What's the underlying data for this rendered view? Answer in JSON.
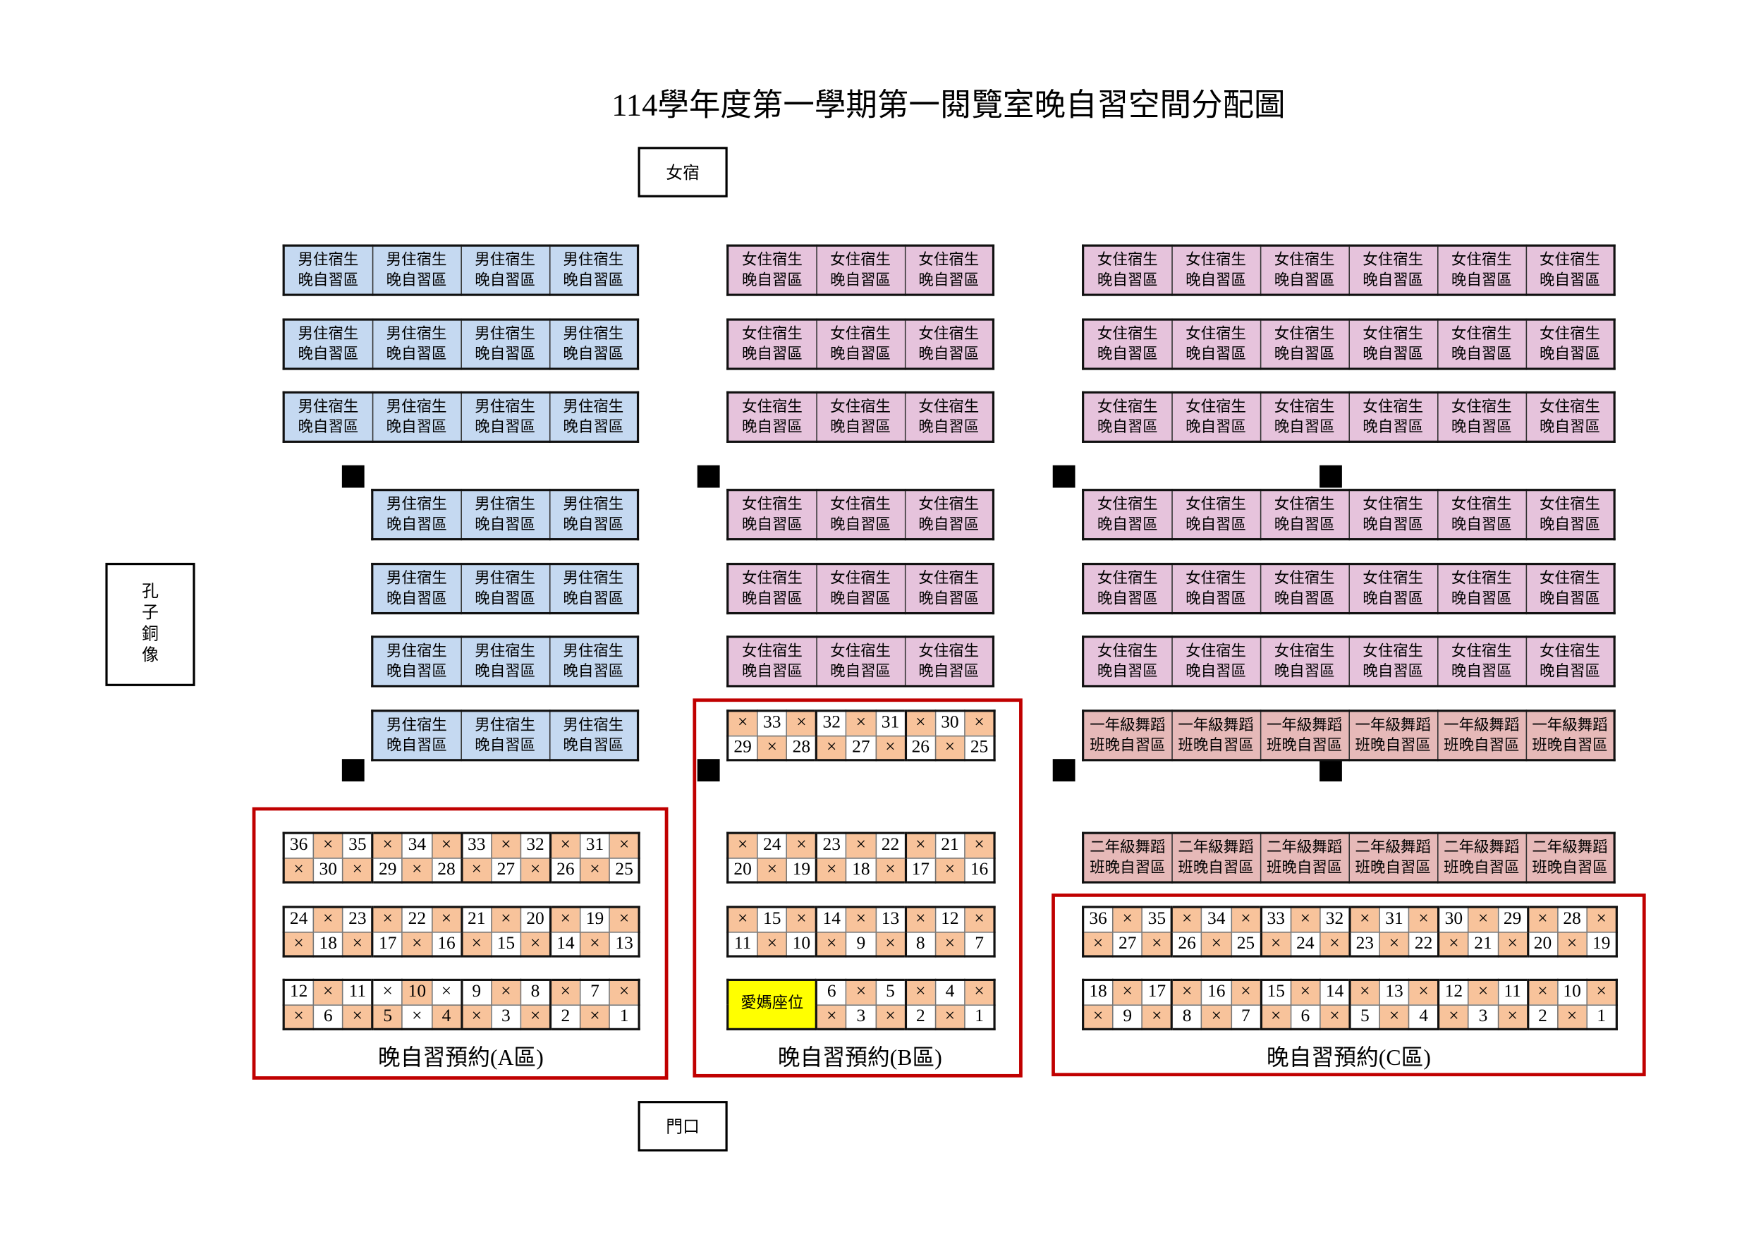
{
  "title": "114學年度第一學期第一閱覽室晚自習空間分配圖",
  "landmarks": {
    "dorm": "女宿",
    "door": "門口",
    "statue": "孔子銅像"
  },
  "labels": {
    "boys": {
      "line1": "男住宿生",
      "line2": "晚自習區"
    },
    "girls": {
      "line1": "女住宿生",
      "line2": "晚自習區"
    },
    "dance1": {
      "line1": "一年級舞蹈",
      "line2": "班晚自習區"
    },
    "dance2": {
      "line1": "二年級舞蹈",
      "line2": "班晚自習區"
    }
  },
  "colors": {
    "boys": "#c5d9f1",
    "girls": "#e6c3dc",
    "dance1": "#e6b9b8",
    "dance2": "#e6b9b8",
    "seat_blocked": "#f8c39b",
    "seat_open": "#ffffff",
    "mom_seat": "#ffff00",
    "zone_border": "#c00000"
  },
  "desk_sections": {
    "left": [
      {
        "type": "boys",
        "count": 4
      },
      {
        "type": "boys",
        "count": 4
      },
      {
        "type": "boys",
        "count": 4
      },
      {
        "type": "boys",
        "count": 3
      },
      {
        "type": "boys",
        "count": 3
      },
      {
        "type": "boys",
        "count": 3
      },
      {
        "type": "boys",
        "count": 3
      }
    ],
    "middle": [
      {
        "type": "girls",
        "count": 3
      },
      {
        "type": "girls",
        "count": 3
      },
      {
        "type": "girls",
        "count": 3
      },
      {
        "type": "girls",
        "count": 3
      },
      {
        "type": "girls",
        "count": 3
      },
      {
        "type": "girls",
        "count": 3
      }
    ],
    "right": [
      {
        "type": "girls",
        "count": 6
      },
      {
        "type": "girls",
        "count": 6
      },
      {
        "type": "girls",
        "count": 6
      },
      {
        "type": "girls",
        "count": 6
      },
      {
        "type": "girls",
        "count": 6
      },
      {
        "type": "girls",
        "count": 6
      },
      {
        "type": "dance1",
        "count": 6
      },
      {
        "type": "dance2",
        "count": 6
      }
    ]
  },
  "seat_zones": {
    "A": {
      "label": "晚自習預約(A區)",
      "rows": [
        {
          "top": [
            "36",
            "×",
            "35",
            "×",
            "34",
            "×",
            "33",
            "×",
            "32",
            "×",
            "31",
            "×"
          ],
          "bottom": [
            "×",
            "30",
            "×",
            "29",
            "×",
            "28",
            "×",
            "27",
            "×",
            "26",
            "×",
            "25"
          ],
          "top_shade": "010101010101",
          "bottom_shade": "101010101010"
        },
        {
          "top": [
            "24",
            "×",
            "23",
            "×",
            "22",
            "×",
            "21",
            "×",
            "20",
            "×",
            "19",
            "×"
          ],
          "bottom": [
            "×",
            "18",
            "×",
            "17",
            "×",
            "16",
            "×",
            "15",
            "×",
            "14",
            "×",
            "13"
          ],
          "top_shade": "010101010101",
          "bottom_shade": "101010101010"
        },
        {
          "top": [
            "12",
            "×",
            "11",
            "×",
            "10",
            "×",
            "9",
            "×",
            "8",
            "×",
            "7",
            "×"
          ],
          "bottom": [
            "×",
            "6",
            "×",
            "5",
            "×",
            "4",
            "×",
            "3",
            "×",
            "2",
            "×",
            "1"
          ],
          "top_shade": "010010010101",
          "bottom_shade": "101101101010"
        }
      ]
    },
    "B": {
      "label": "晚自習預約(B區)",
      "mom_seat": "愛媽座位",
      "rows": [
        {
          "top": [
            "×",
            "33",
            "×",
            "32",
            "×",
            "31",
            "×",
            "30",
            "×"
          ],
          "bottom": [
            "29",
            "×",
            "28",
            "×",
            "27",
            "×",
            "26",
            "×",
            "25"
          ],
          "top_shade": "101010101",
          "bottom_shade": "010101010"
        },
        {
          "top": [
            "×",
            "24",
            "×",
            "23",
            "×",
            "22",
            "×",
            "21",
            "×"
          ],
          "bottom": [
            "20",
            "×",
            "19",
            "×",
            "18",
            "×",
            "17",
            "×",
            "16"
          ],
          "top_shade": "101010101",
          "bottom_shade": "010101010"
        },
        {
          "top": [
            "×",
            "15",
            "×",
            "14",
            "×",
            "13",
            "×",
            "12",
            "×"
          ],
          "bottom": [
            "11",
            "×",
            "10",
            "×",
            "9",
            "×",
            "8",
            "×",
            "7"
          ],
          "top_shade": "101010101",
          "bottom_shade": "010101010"
        },
        {
          "mom": true,
          "top": [
            "6",
            "×",
            "5",
            "×",
            "4",
            "×"
          ],
          "bottom": [
            "×",
            "3",
            "×",
            "2",
            "×",
            "1"
          ],
          "top_shade": "010101",
          "bottom_shade": "101010"
        }
      ]
    },
    "C": {
      "label": "晚自習預約(C區)",
      "rows": [
        {
          "top": [
            "36",
            "×",
            "35",
            "×",
            "34",
            "×",
            "33",
            "×",
            "32",
            "×",
            "31",
            "×",
            "30",
            "×",
            "29",
            "×",
            "28",
            "×"
          ],
          "bottom": [
            "×",
            "27",
            "×",
            "26",
            "×",
            "25",
            "×",
            "24",
            "×",
            "23",
            "×",
            "22",
            "×",
            "21",
            "×",
            "20",
            "×",
            "19"
          ],
          "top_shade": "010101010101010101",
          "bottom_shade": "101010101010101010"
        },
        {
          "top": [
            "18",
            "×",
            "17",
            "×",
            "16",
            "×",
            "15",
            "×",
            "14",
            "×",
            "13",
            "×",
            "12",
            "×",
            "11",
            "×",
            "10",
            "×"
          ],
          "bottom": [
            "×",
            "9",
            "×",
            "8",
            "×",
            "7",
            "×",
            "6",
            "×",
            "5",
            "×",
            "4",
            "×",
            "3",
            "×",
            "2",
            "×",
            "1"
          ],
          "top_shade": "010101010101010101",
          "bottom_shade": "101010101010101010"
        }
      ]
    }
  }
}
